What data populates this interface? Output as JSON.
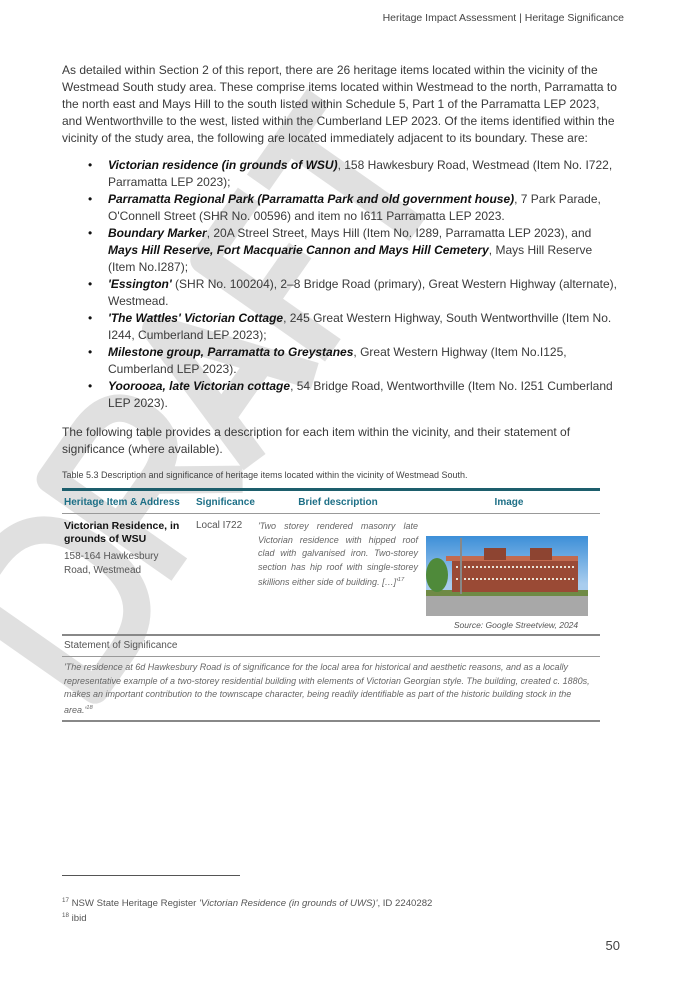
{
  "header": {
    "title": "Heritage Impact Assessment | Heritage Significance"
  },
  "intro": "As detailed within Section 2 of this report, there are 26 heritage items located within the vicinity of the Westmead South study area. These comprise items located within Westmead to the north, Parramatta to the north east and Mays Hill to the south listed within Schedule 5, Part 1 of the Parramatta LEP 2023, and Wentworthville to the west, listed within the Cumberland LEP 2023. Of the items identified within the vicinity of the study area, the following are located immediately adjacent to its boundary. These are:",
  "bullets": [
    {
      "b1": "Victorian residence (in grounds of WSU)",
      "t1": ", 158 Hawkesbury Road, Westmead (Item No. I722, Parramatta LEP 2023);"
    },
    {
      "b1": "Parramatta Regional Park (Parramatta Park and old government house)",
      "t1": ", 7 Park Parade, O'Connell Street (SHR No. 00596) and item no I611 Parramatta LEP 2023."
    },
    {
      "b1": "Boundary Marker",
      "t1": ", 20A Streel Street, Mays Hill (Item No. I289, Parramatta LEP 2023), and ",
      "b2": "Mays Hill Reserve, Fort Macquarie Cannon and Mays Hill Cemetery",
      "t2": ", Mays Hill Reserve (Item No.I287);"
    },
    {
      "b1": "'Essington'",
      "t1": " (SHR No. 100204), 2–8 Bridge Road (primary), Great Western Highway (alternate), Westmead."
    },
    {
      "b1": "'The Wattles' Victorian Cottage",
      "t1": ", 245 Great Western Highway, South Wentworthville (Item No. I244, Cumberland LEP 2023);"
    },
    {
      "b1": "Milestone group, Parramatta to Greystanes",
      "t1": ", Great Western Highway (Item No.I125, Cumberland LEP 2023)."
    },
    {
      "b1": " Yooroога, late Victorian cottage",
      "t1": ", 54 Bridge Road, Wentworthville (Item No. I251 Cumberland LEP 2023)."
    }
  ],
  "following": "The following table provides a description for each item within the vicinity, and their statement of significance (where available).",
  "caption": "Table 5.3 Description and significance of heritage items located within the vicinity of Westmead South.",
  "table": {
    "headers": [
      "Heritage Item & Address",
      "Significance",
      "Brief description",
      "Image"
    ],
    "item_name": "Victorian Residence, in grounds of WSU",
    "item_address": "158-164 Hawkesbury Road, Westmead",
    "significance": "Local I722",
    "description": "'Two storey rendered masonry late Victorian residence with hipped roof clad with galvanised iron.  Two-storey section has hip roof with single-storey skillions either side of building. […]'",
    "description_ref": "17",
    "image_source": "Source: Google Streetview, 2024",
    "sos_label": "Statement of Significance",
    "sos_text": "'The residence at 6d Hawkesbury Road is of significance for the local area for historical and aesthetic reasons, and as a locally representative example of a two-storey residential building with elements of Victorian Georgian style.  The building, created c. 1880s, makes an important contribution to the townscape character, being readily identifiable as part of the historic building stock in the area.'",
    "sos_ref": "18"
  },
  "footnotes": [
    {
      "num": "17",
      "pre": " NSW State Heritage Register ",
      "ital": "'Victorian Residence (in grounds of UWS)'",
      "post": ", ID 2240282"
    },
    {
      "num": "18",
      "pre": " ibid",
      "ital": "",
      "post": ""
    }
  ],
  "page_number": "50",
  "watermark": "DRAFT"
}
